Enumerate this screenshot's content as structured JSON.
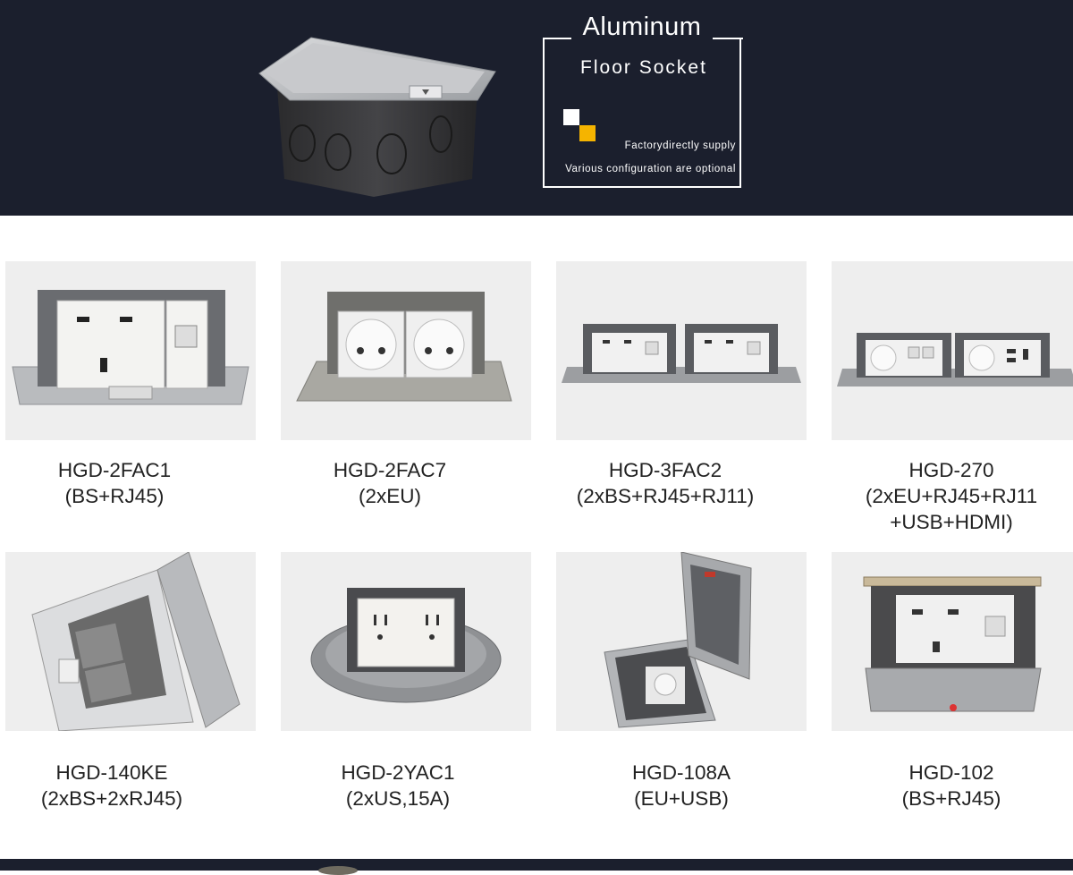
{
  "banner": {
    "title": "Aluminum",
    "subtitle": "Floor Socket",
    "tagline_1": "Factorydirectly supply",
    "tagline_2": "Various configuration are optional",
    "accent_color": "#f5b400",
    "background_color": "#1b1f2d"
  },
  "products": [
    {
      "model": "HGD-2FAC1",
      "config": "(BS+RJ45)"
    },
    {
      "model": "HGD-2FAC7",
      "config": "(2xEU)"
    },
    {
      "model": "HGD-3FAC2",
      "config": "(2xBS+RJ45+RJ11)"
    },
    {
      "model": "HGD-270",
      "config": "(2xEU+RJ45+RJ11",
      "config_line2": "+USB+HDMI)"
    },
    {
      "model": "HGD-140KE",
      "config": "(2xBS+2xRJ45)"
    },
    {
      "model": "HGD-2YAC1",
      "config": "(2xUS,15A)"
    },
    {
      "model": "HGD-108A",
      "config": "(EU+USB)"
    },
    {
      "model": "HGD-102",
      "config": "(BS+RJ45)"
    }
  ]
}
